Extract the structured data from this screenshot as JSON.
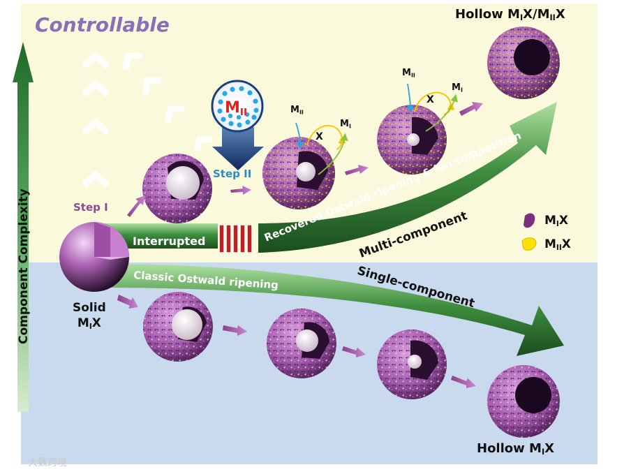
{
  "title_controllable": "Controllable",
  "axis_label": "Component Complexity",
  "step1": "Step I",
  "step2": "Step II",
  "interrupted": "Interrupted",
  "recovered": "Recovered Ostwald ripening & ion competition",
  "multi": "Multi-component",
  "classic": "Classic Ostwald ripening",
  "single": "Single-component",
  "solid": {
    "word": "Solid",
    "m": "M",
    "sub": "I",
    "x": "X"
  },
  "hollow_top": {
    "m1": "M",
    "s1": "I",
    "mid": "X/M",
    "s2": "II",
    "end": "X"
  },
  "hollow_bottom": {
    "pre": "Hollow M",
    "sub": "I",
    "end": "X"
  },
  "mii_badge": {
    "m": "M",
    "sub": "II"
  },
  "ion_labels": {
    "mii": "M",
    "mii_sub": "II",
    "x": "X",
    "mi": "M",
    "mi_sub": "I"
  },
  "legend": [
    {
      "m": "M",
      "sub": "I",
      "end": "X",
      "color": "#7a2e7e"
    },
    {
      "m": "M",
      "sub": "II",
      "end": "X",
      "color": "#ffe000"
    }
  ],
  "watermark": "大数跨境"
}
